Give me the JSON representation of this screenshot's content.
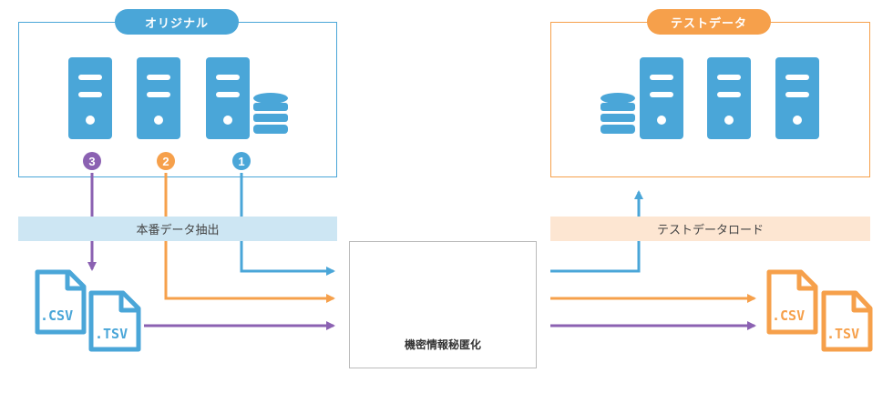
{
  "original": {
    "label": "オリジナル",
    "color": "#4aa6d8"
  },
  "test": {
    "label": "テストデータ",
    "color": "#f6a04b"
  },
  "extract_band": {
    "label": "本番データ抽出",
    "color": "#cde6f3"
  },
  "load_band": {
    "label": "テストデータロード",
    "color": "#fde6d2"
  },
  "center": {
    "label": "機密情報秘匿化"
  },
  "steps": [
    {
      "num": "1",
      "color": "#4aa6d8"
    },
    {
      "num": "2",
      "color": "#f6a04b"
    },
    {
      "num": "3",
      "color": "#8b61b2"
    }
  ],
  "files": {
    "left": [
      ".CSV",
      ".TSV"
    ],
    "right": [
      ".CSV",
      ".TSV"
    ]
  }
}
